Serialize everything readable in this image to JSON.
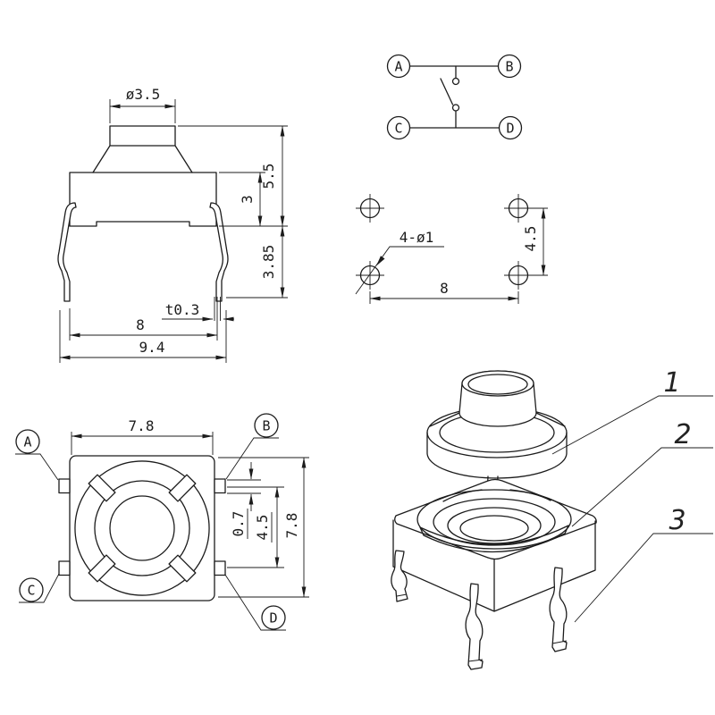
{
  "front_view": {
    "button_diameter": "ø3.5",
    "total_height": "5.5",
    "body_height": "3",
    "lead_length": "3.85",
    "lead_thickness": "t0.3",
    "lead_span": "8",
    "overall_width": "9.4"
  },
  "schematic": {
    "terminal_a": "A",
    "terminal_b": "B",
    "terminal_c": "C",
    "terminal_d": "D"
  },
  "pcb_layout": {
    "hole_callout": "4-ø1",
    "hole_pitch_x": "8",
    "hole_pitch_y": "4.5"
  },
  "top_view": {
    "body_width": "7.8",
    "body_depth": "7.8",
    "terminal_width": "0.7",
    "terminal_pitch": "4.5",
    "terminal_a": "A",
    "terminal_b": "B",
    "terminal_c": "C",
    "terminal_d": "D"
  },
  "exploded_view": {
    "part_1": "1",
    "part_2": "2",
    "part_3": "3"
  },
  "colors": {
    "line": "#1c1c1c",
    "background": "#ffffff"
  }
}
